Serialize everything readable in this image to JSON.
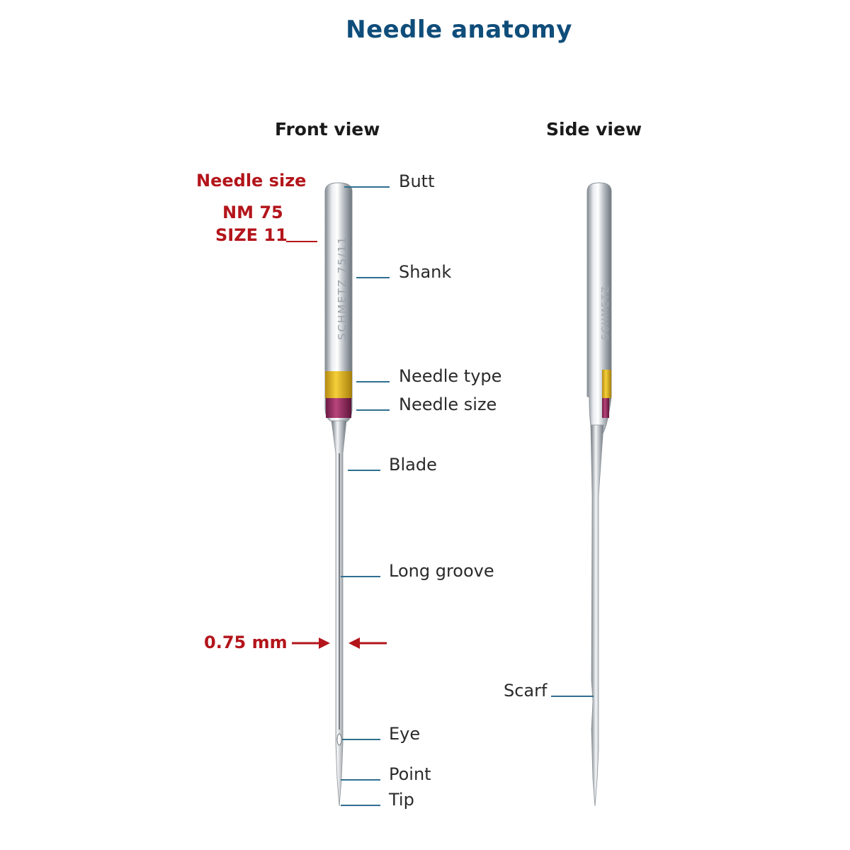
{
  "title": "Needle anatomy",
  "views": {
    "front": "Front view",
    "side": "Side view"
  },
  "size_callout": {
    "heading": "Needle size",
    "nm": "NM 75",
    "size": "SIZE 11"
  },
  "diameter_callout": "0.75 mm",
  "front_labels": {
    "butt": "Butt",
    "shank": "Shank",
    "needle_type": "Needle type",
    "needle_size": "Needle size",
    "blade": "Blade",
    "long_groove": "Long groove",
    "eye": "Eye",
    "point": "Point",
    "tip": "Tip"
  },
  "side_labels": {
    "scarf": "Scarf"
  },
  "colors": {
    "title": "#0f4d7a",
    "accent_red": "#b3151b",
    "leader_line": "#2f6f8f",
    "band_type": "#e8b820",
    "band_size": "#9c2a64",
    "steel_dark": "#8e959b",
    "steel_light": "#f2f4f6"
  }
}
